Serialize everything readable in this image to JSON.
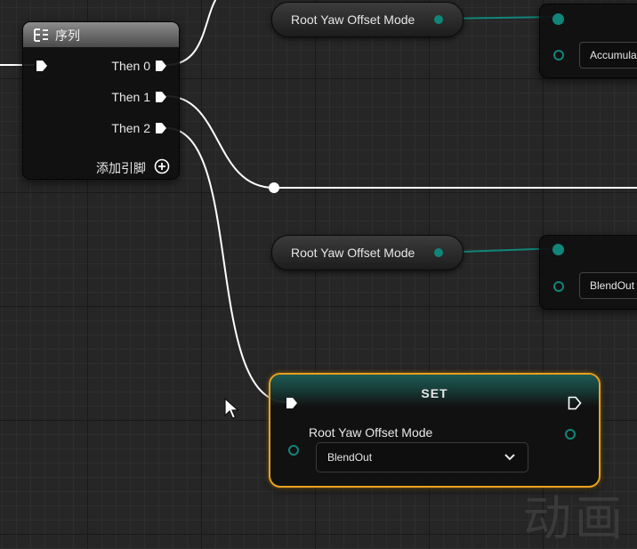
{
  "sequence_node": {
    "title": "序列",
    "outputs": [
      "Then 0",
      "Then 1",
      "Then 2"
    ],
    "add_pin_label": "添加引脚"
  },
  "var_nodes": [
    {
      "label": "Root Yaw Offset Mode"
    },
    {
      "label": "Root Yaw Offset Mode"
    }
  ],
  "right_nodes": [
    {
      "field_value": "Accumula"
    },
    {
      "field_value": "BlendOut"
    }
  ],
  "set_node": {
    "title": "SET",
    "var_label": "Root Yaw Offset Mode",
    "dropdown_value": "BlendOut"
  },
  "watermark": "动画",
  "colors": {
    "enum_pin": "#11857a",
    "exec_wire": "#ffffff",
    "selection": "#e8a21e"
  },
  "icons": [
    "sequence-icon",
    "add-pin-icon",
    "chevron-down-icon",
    "mouse-cursor-icon"
  ]
}
